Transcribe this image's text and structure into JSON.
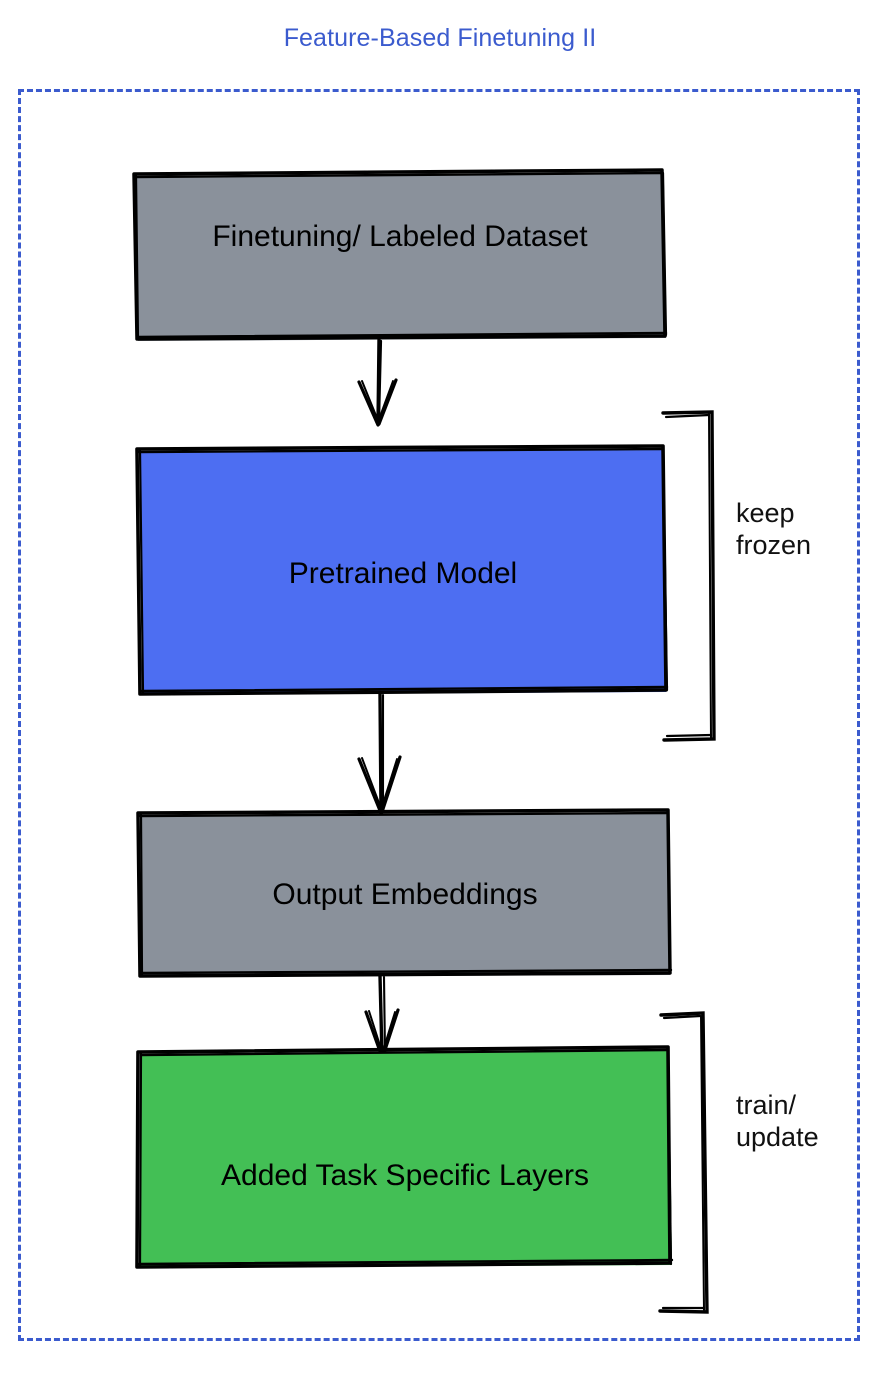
{
  "diagram": {
    "title": "Feature-Based Finetuning II",
    "title_color": "#3b5bce",
    "frame": {
      "style": "dashed",
      "color": "#3b5bce"
    },
    "nodes": [
      {
        "id": "finetuning-dataset",
        "label": "Finetuning/ Labeled Dataset",
        "fill": "#8a919b",
        "stroke": "#000000",
        "shape": "rectangle"
      },
      {
        "id": "pretrained-model",
        "label": "Pretrained Model",
        "fill": "#4d6ef2",
        "stroke": "#000000",
        "shape": "rectangle"
      },
      {
        "id": "output-embeddings",
        "label": "Output Embeddings",
        "fill": "#8a919b",
        "stroke": "#000000",
        "shape": "rectangle"
      },
      {
        "id": "added-task-specific-layers",
        "label": "Added Task Specific Layers",
        "fill": "#43bf55",
        "stroke": "#000000",
        "shape": "rectangle"
      }
    ],
    "edges": [
      {
        "id": "edge-dataset-to-model",
        "from": "finetuning-dataset",
        "to": "pretrained-model",
        "arrow": "down"
      },
      {
        "id": "edge-model-to-embeddings",
        "from": "pretrained-model",
        "to": "output-embeddings",
        "arrow": "down"
      },
      {
        "id": "edge-embeddings-to-layers",
        "from": "output-embeddings",
        "to": "added-task-specific-layers",
        "arrow": "down"
      }
    ],
    "annotations": [
      {
        "id": "keep-frozen",
        "line1": "keep",
        "line2": "frozen",
        "target": "pretrained-model",
        "bracket": "right"
      },
      {
        "id": "train-update",
        "line1": "train/",
        "line2": "update",
        "target": "added-task-specific-layers",
        "bracket": "right"
      }
    ]
  }
}
